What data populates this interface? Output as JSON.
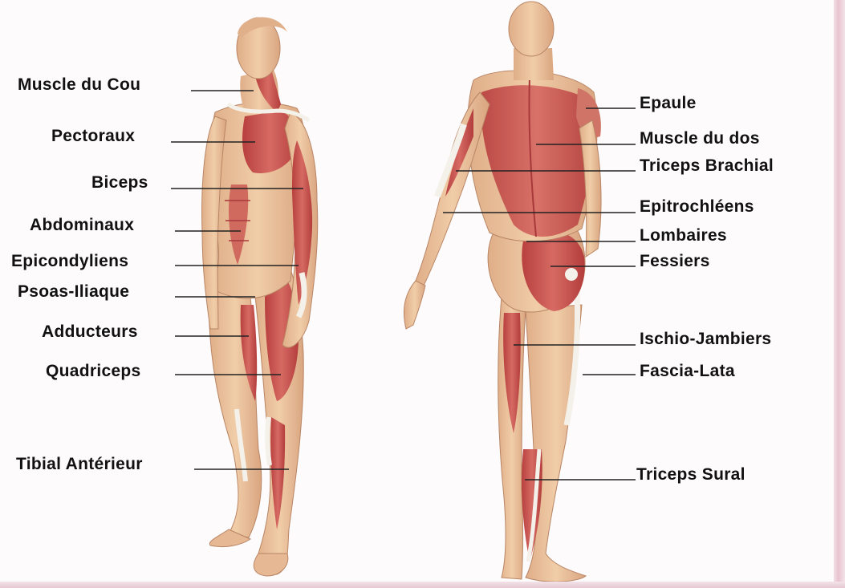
{
  "left_labels": [
    {
      "text": "Muscle du Cou"
    },
    {
      "text": "Pectoraux"
    },
    {
      "text": "Biceps"
    },
    {
      "text": "Abdominaux"
    },
    {
      "text": "Epicondyliens"
    },
    {
      "text": "Psoas-Iliaque"
    },
    {
      "text": "Adducteurs"
    },
    {
      "text": "Quadriceps"
    },
    {
      "text": "Tibial Antérieur"
    }
  ],
  "right_labels": [
    {
      "text": "Epaule"
    },
    {
      "text": "Muscle du dos"
    },
    {
      "text": "Triceps Brachial"
    },
    {
      "text": "Epitrochléens"
    },
    {
      "text": "Lombaires"
    },
    {
      "text": "Fessiers"
    },
    {
      "text": "Ischio-Jambiers"
    },
    {
      "text": "Fascia-Lata"
    },
    {
      "text": "Triceps Sural"
    }
  ],
  "colors": {
    "skin": "#ecc6a0",
    "skin_shadow": "#d9a883",
    "muscle": "#c9504f",
    "muscle_dark": "#a8393a",
    "tendon": "#f4f1ea",
    "line": "#222222",
    "text": "#111111"
  }
}
